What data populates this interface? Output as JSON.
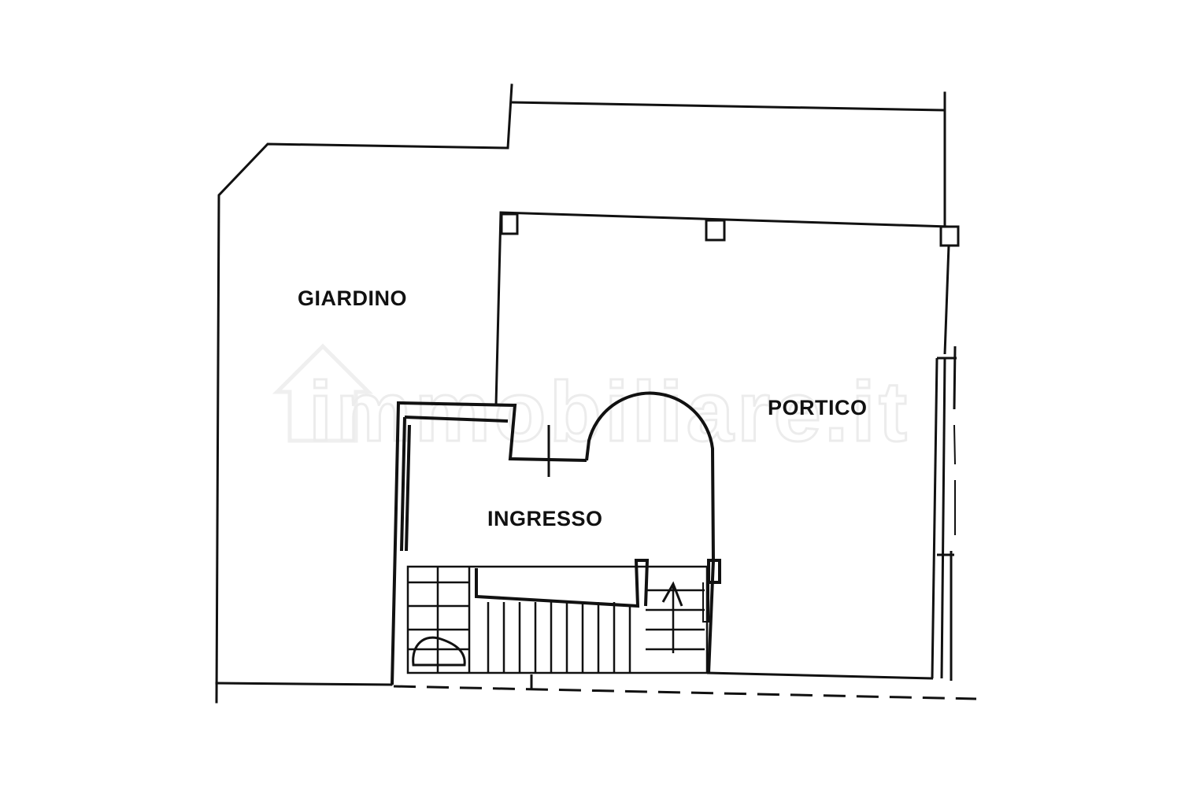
{
  "rooms": {
    "giardino": "GIARDINO",
    "portico": "PORTICO",
    "ingresso": "INGRESSO"
  },
  "watermark": {
    "text": "immobiliare.it"
  },
  "colors": {
    "line": "#111111",
    "background": "#ffffff",
    "watermark": "#ececec"
  }
}
